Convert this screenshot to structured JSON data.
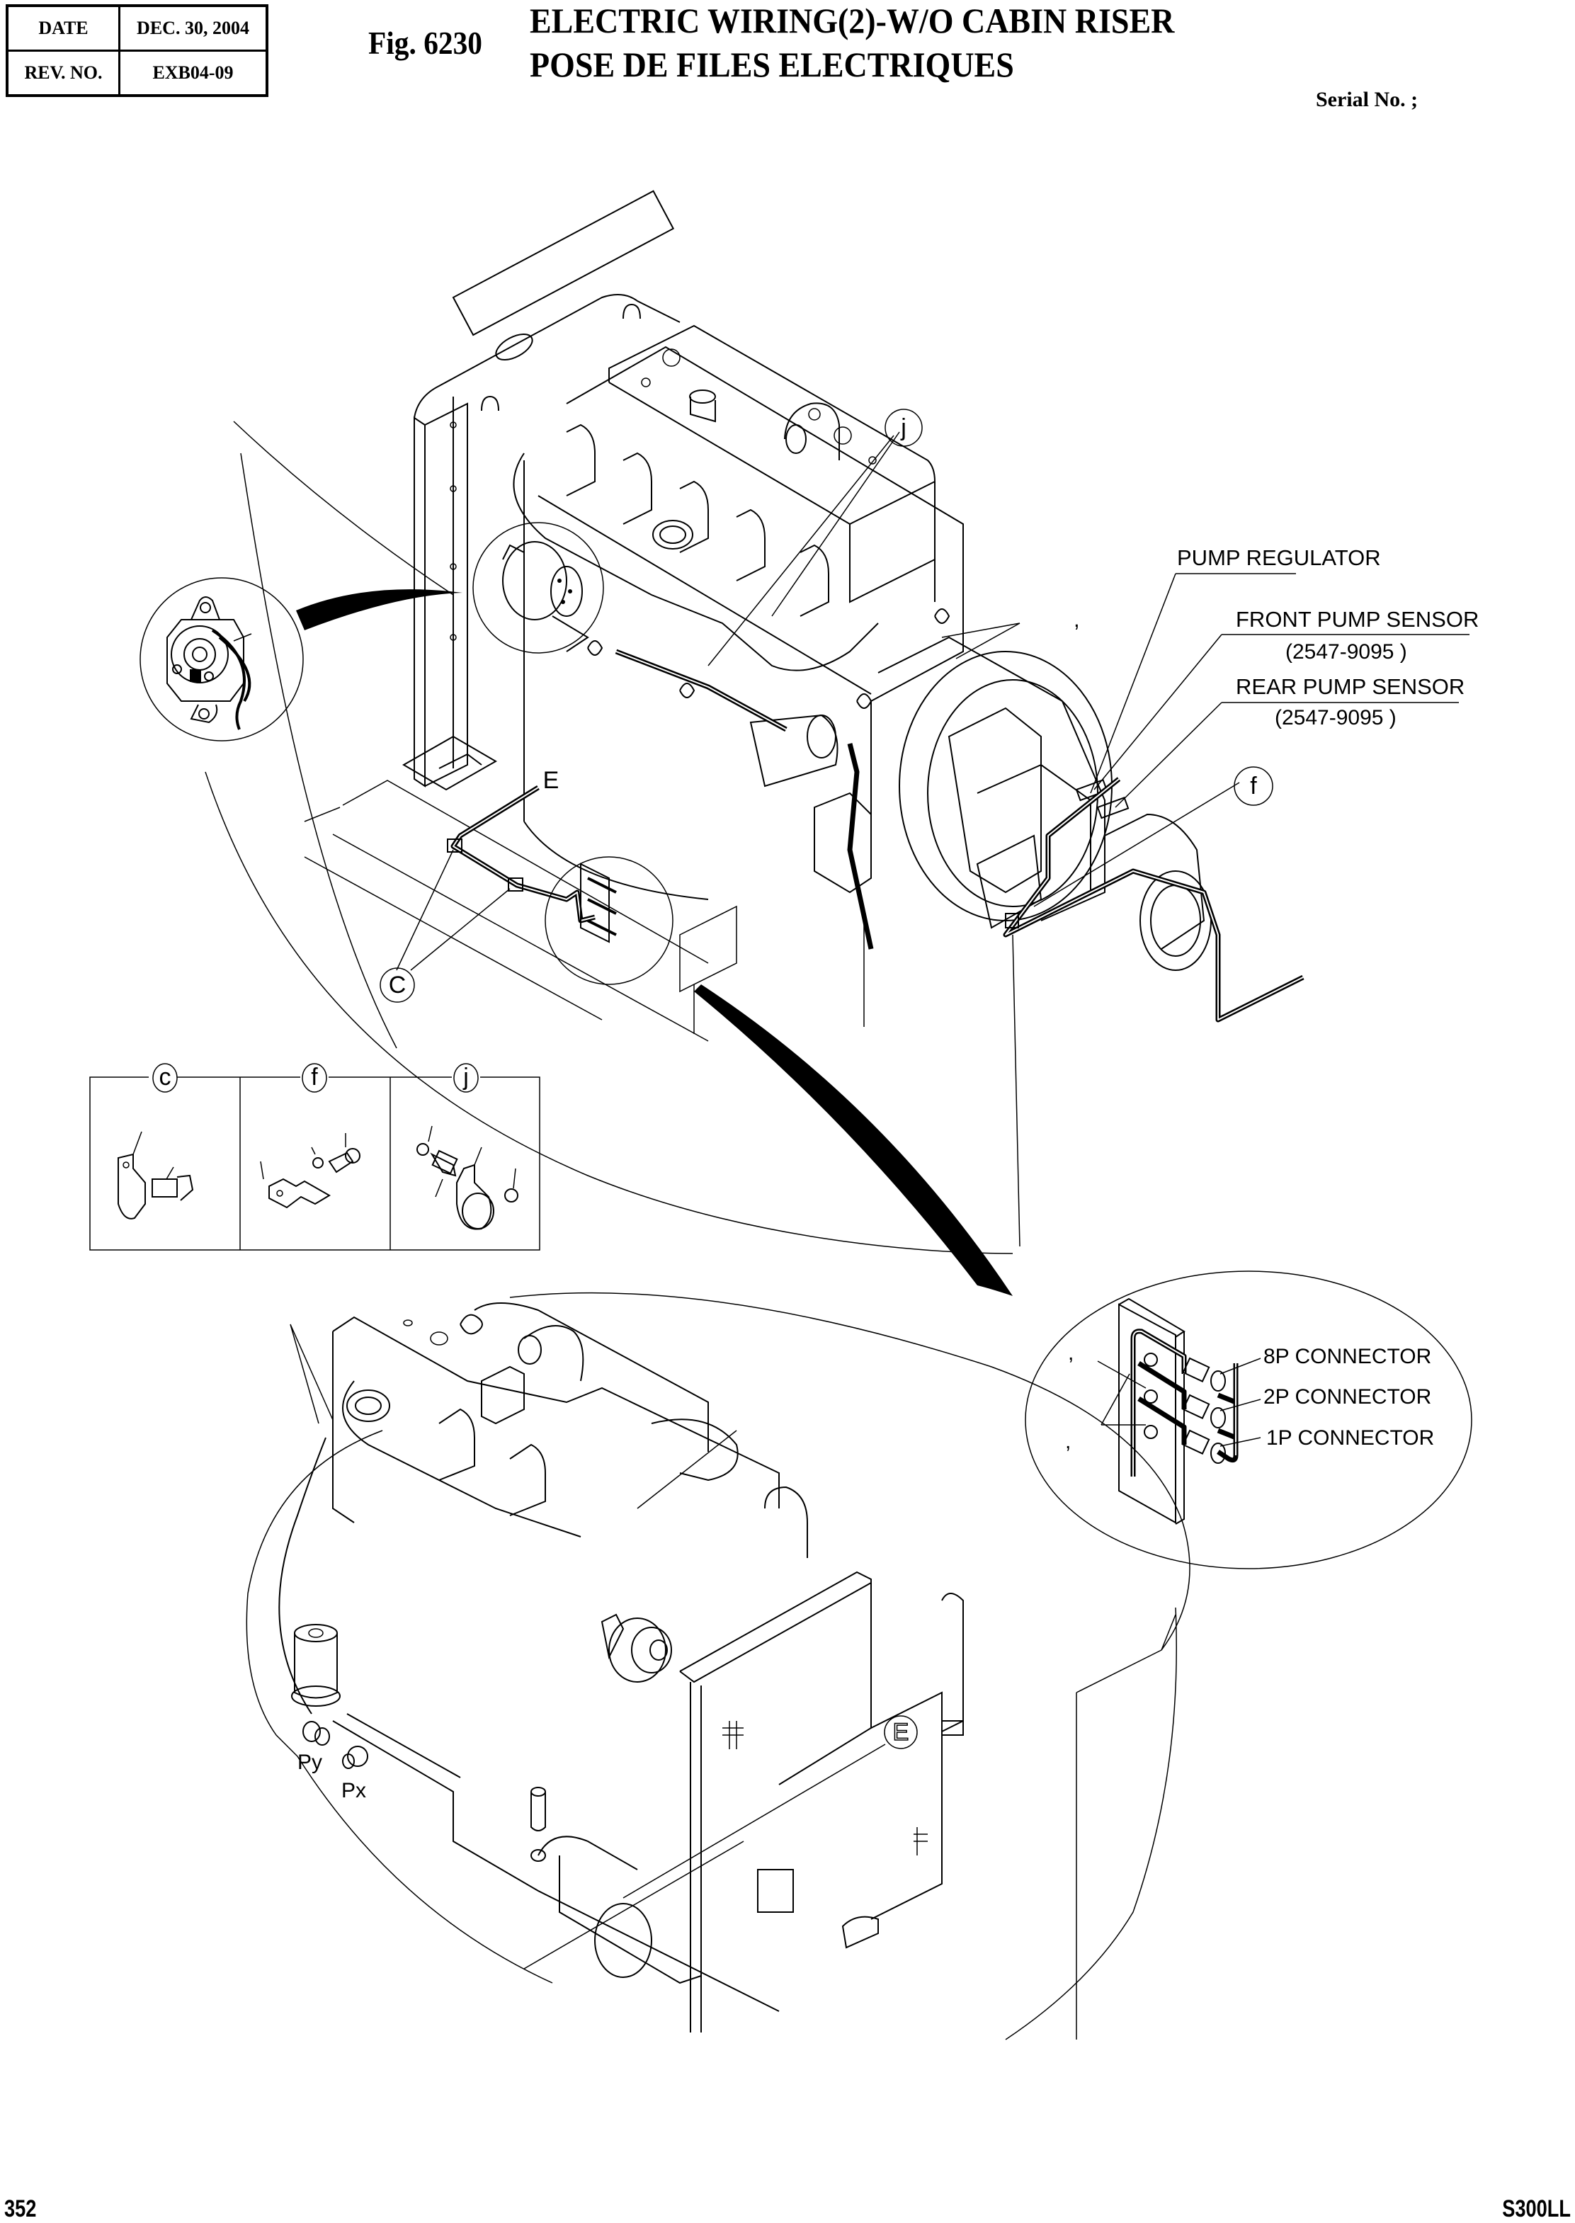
{
  "header": {
    "date_label": "DATE",
    "date_value": "DEC. 30, 2004",
    "rev_label": "REV. NO.",
    "rev_value": "EXB04-09",
    "figure_number": "Fig. 6230",
    "title_en": "ELECTRIC WIRING(2)-W/O CABIN RISER",
    "title_fr": "POSE DE FILES ELECTRIQUES",
    "serial_label": "Serial No. ;"
  },
  "labels": {
    "pump_regulator": "PUMP REGULATOR",
    "front_pump_sensor": "FRONT PUMP SENSOR",
    "front_pump_sensor_part": "(2547-9095 )",
    "rear_pump_sensor": "REAR PUMP SENSOR",
    "rear_pump_sensor_part": "(2547-9095 )",
    "connector_8p": "8P CONNECTOR",
    "connector_2p": "2P CONNECTOR",
    "connector_1p": "1P CONNECTOR",
    "py": "Py",
    "px": "Px",
    "comma": ","
  },
  "callouts": {
    "j": "j",
    "f": "f",
    "c": "C",
    "e_upper": "E",
    "e_lower": "E"
  },
  "detail_panels": [
    {
      "id": "c",
      "label": "c"
    },
    {
      "id": "f",
      "label": "f"
    },
    {
      "id": "j",
      "label": "j"
    }
  ],
  "footer": {
    "page_number": "352",
    "model": "S300LL"
  }
}
